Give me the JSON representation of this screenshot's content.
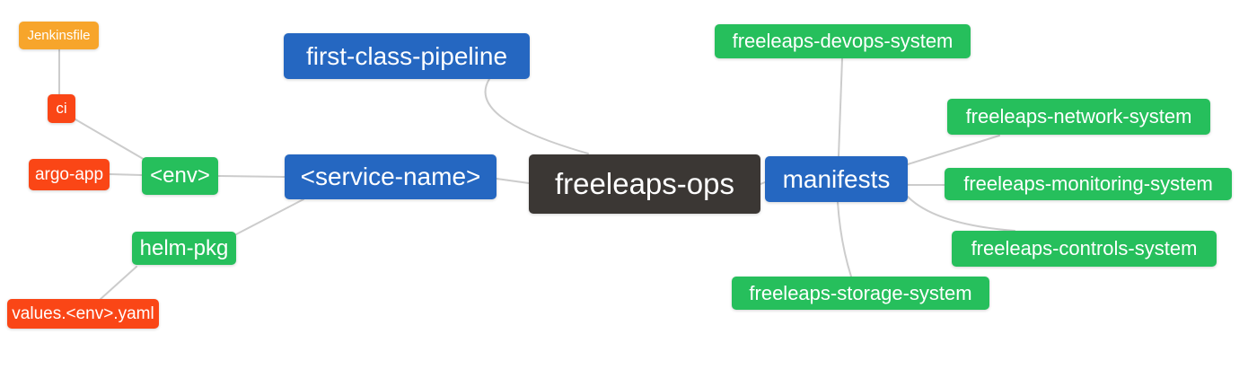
{
  "diagram": {
    "type": "mindmap",
    "root": "freeleaps-ops"
  },
  "colors": {
    "level1_blue": "#2567c1",
    "level2_green": "#26bf5c",
    "level3_red": "#fa4616",
    "level4_orange": "#f7a52b",
    "root_dark": "#3b3734",
    "edge_gray": "#cccccc",
    "node_text": "#ffffff",
    "background": "#ffffff"
  },
  "nodes": [
    {
      "id": "jenkinsfile",
      "label": "Jenkinsfile",
      "color": "#f7a52b"
    },
    {
      "id": "ci",
      "label": "ci",
      "color": "#fa4616"
    },
    {
      "id": "argo-app",
      "label": "argo-app",
      "color": "#fa4616"
    },
    {
      "id": "env",
      "label": "<env>",
      "color": "#26bf5c"
    },
    {
      "id": "helm-pkg",
      "label": "helm-pkg",
      "color": "#26bf5c"
    },
    {
      "id": "values-env-yaml",
      "label": "values.<env>.yaml",
      "color": "#fa4616"
    },
    {
      "id": "first-class-pipeline",
      "label": "first-class-pipeline",
      "color": "#2567c1"
    },
    {
      "id": "service-name",
      "label": "<service-name>",
      "color": "#2567c1"
    },
    {
      "id": "freeleaps-ops",
      "label": "freeleaps-ops",
      "color": "#3b3734"
    },
    {
      "id": "manifests",
      "label": "manifests",
      "color": "#2567c1"
    },
    {
      "id": "devops-system",
      "label": "freeleaps-devops-system",
      "color": "#26bf5c"
    },
    {
      "id": "network-system",
      "label": "freeleaps-network-system",
      "color": "#26bf5c"
    },
    {
      "id": "monitoring-system",
      "label": "freeleaps-monitoring-system",
      "color": "#26bf5c"
    },
    {
      "id": "controls-system",
      "label": "freeleaps-controls-system",
      "color": "#26bf5c"
    },
    {
      "id": "storage-system",
      "label": "freeleaps-storage-system",
      "color": "#26bf5c"
    }
  ],
  "edges": [
    {
      "from": "ci",
      "to": "jenkinsfile"
    },
    {
      "from": "env",
      "to": "ci"
    },
    {
      "from": "env",
      "to": "argo-app"
    },
    {
      "from": "service-name",
      "to": "env"
    },
    {
      "from": "service-name",
      "to": "helm-pkg"
    },
    {
      "from": "helm-pkg",
      "to": "values-env-yaml"
    },
    {
      "from": "freeleaps-ops",
      "to": "first-class-pipeline"
    },
    {
      "from": "freeleaps-ops",
      "to": "service-name"
    },
    {
      "from": "freeleaps-ops",
      "to": "manifests"
    },
    {
      "from": "manifests",
      "to": "devops-system"
    },
    {
      "from": "manifests",
      "to": "network-system"
    },
    {
      "from": "manifests",
      "to": "monitoring-system"
    },
    {
      "from": "manifests",
      "to": "controls-system"
    },
    {
      "from": "manifests",
      "to": "storage-system"
    }
  ]
}
